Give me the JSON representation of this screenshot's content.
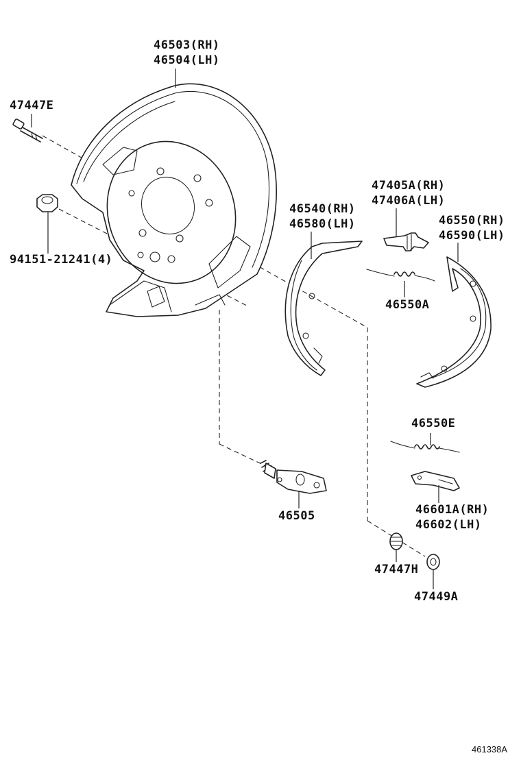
{
  "parts": {
    "backing_plate": {
      "lines": [
        "46503(RH)",
        "46504(LH)"
      ]
    },
    "bolt": {
      "lines": [
        "47447E"
      ]
    },
    "nut": {
      "lines": [
        "94151-21241(4)"
      ]
    },
    "shoe_rh": {
      "lines": [
        "46540(RH)",
        "46580(LH)"
      ]
    },
    "adjuster": {
      "lines": [
        "47405A(RH)",
        "47406A(LH)"
      ]
    },
    "shoe_lh": {
      "lines": [
        "46550(RH)",
        "46590(LH)"
      ]
    },
    "upper_spring": {
      "lines": [
        "46550A"
      ]
    },
    "lower_spring": {
      "lines": [
        "46550E"
      ]
    },
    "lever": {
      "lines": [
        "46601A(RH)",
        "46602(LH)"
      ]
    },
    "cylinder": {
      "lines": [
        "46505"
      ]
    },
    "hold_spring": {
      "lines": [
        "47447H"
      ]
    },
    "hold_cup": {
      "lines": [
        "47449A"
      ]
    }
  },
  "figure_id": "461338A"
}
